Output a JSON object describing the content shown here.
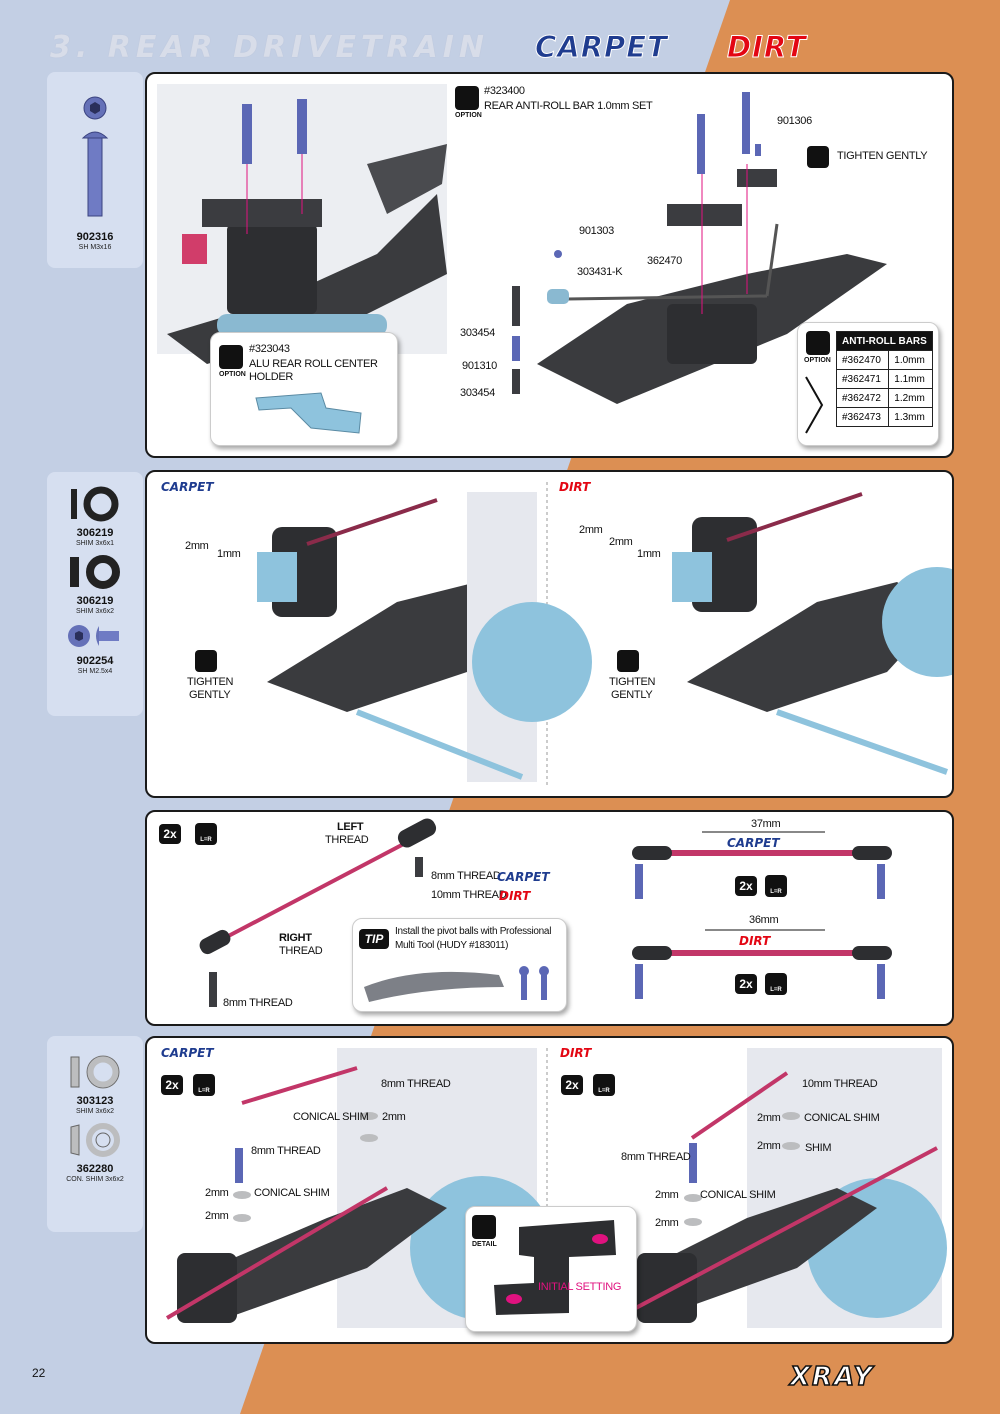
{
  "header": {
    "title": "3. REAR DRIVETRAIN",
    "logo_carpet": "CARPET",
    "logo_dirt": "DIRT"
  },
  "colors": {
    "accent_magenta": "#e0127f",
    "blue_bg": "#c3cfe4",
    "orange_bg": "#dc8f53",
    "red": "#e30613",
    "navy": "#1f3c8f"
  },
  "sidebar1": {
    "parts": [
      {
        "code": "902316",
        "desc": "SH M3x16"
      }
    ]
  },
  "sidebar2": {
    "parts": [
      {
        "code": "306219",
        "desc": "SHIM 3x6x1"
      },
      {
        "code": "306219",
        "desc": "SHIM 3x6x2"
      },
      {
        "code": "902254",
        "desc": "SH M2.5x4"
      }
    ]
  },
  "sidebar4": {
    "parts": [
      {
        "code": "303123",
        "desc": "SHIM 3x6x2"
      },
      {
        "code": "362280",
        "desc": "CON. SHIM 3x6x2"
      }
    ]
  },
  "panel1": {
    "option_top": {
      "code": "#323400",
      "name": "REAR ANTI-ROLL BAR 1.0mm SET",
      "tag": "OPTION"
    },
    "option_left": {
      "code": "#323043",
      "name": "ALU REAR ROLL CENTER HOLDER",
      "tag": "OPTION"
    },
    "labels": [
      "901306",
      "TIGHTEN GENTLY",
      "901303",
      "303431-K",
      "362470",
      "303454",
      "901310",
      "303454"
    ],
    "antiroll": {
      "title": "ANTI-ROLL BARS",
      "tag": "OPTION",
      "rows": [
        [
          "#362470",
          "1.0mm"
        ],
        [
          "#362471",
          "1.1mm"
        ],
        [
          "#362472",
          "1.2mm"
        ],
        [
          "#362473",
          "1.3mm"
        ]
      ]
    }
  },
  "panel2": {
    "carpet": "CARPET",
    "dirt": "DIRT",
    "left": {
      "shim_a": "2mm",
      "shim_b": "1mm",
      "tighten": "TIGHTEN",
      "gently": "GENTLY"
    },
    "right": {
      "shim_a": "2mm",
      "shim_b": "2mm",
      "shim_c": "1mm",
      "tighten": "TIGHTEN",
      "gently": "GENTLY"
    }
  },
  "panel3": {
    "qty": "2x",
    "lr": "L=R",
    "left_thread": "LEFT",
    "thread": "THREAD",
    "right_thread": "RIGHT",
    "thread8_carpet": "8mm THREAD",
    "thread10_dirt": "10mm THREAD",
    "carpet": "CARPET",
    "dirt": "DIRT",
    "thread8": "8mm THREAD",
    "tip_tag": "TIP",
    "tip_text1": "Install the pivot balls with Professional",
    "tip_text2": "Multi Tool (HUDY #183011)",
    "len_carpet": "37mm",
    "len_dirt": "36mm"
  },
  "panel4": {
    "carpet": "CARPET",
    "dirt": "DIRT",
    "qty": "2x",
    "lr": "L=R",
    "left": {
      "t8top": "8mm THREAD",
      "conical": "CONICAL SHIM",
      "mm2a": "2mm",
      "t8": "8mm THREAD",
      "mm2b": "2mm",
      "conical2": "CONICAL SHIM",
      "mm2c": "2mm"
    },
    "right": {
      "t10": "10mm THREAD",
      "mm2a": "2mm",
      "conical": "CONICAL SHIM",
      "mm2b": "2mm",
      "shim": "SHIM",
      "t8": "8mm THREAD",
      "mm2c": "2mm",
      "conical2": "CONICAL SHIM",
      "mm2d": "2mm"
    },
    "detail": "DETAIL",
    "initial": "INITIAL SETTING"
  },
  "footer": {
    "page": "22",
    "brand": "XRAY"
  }
}
